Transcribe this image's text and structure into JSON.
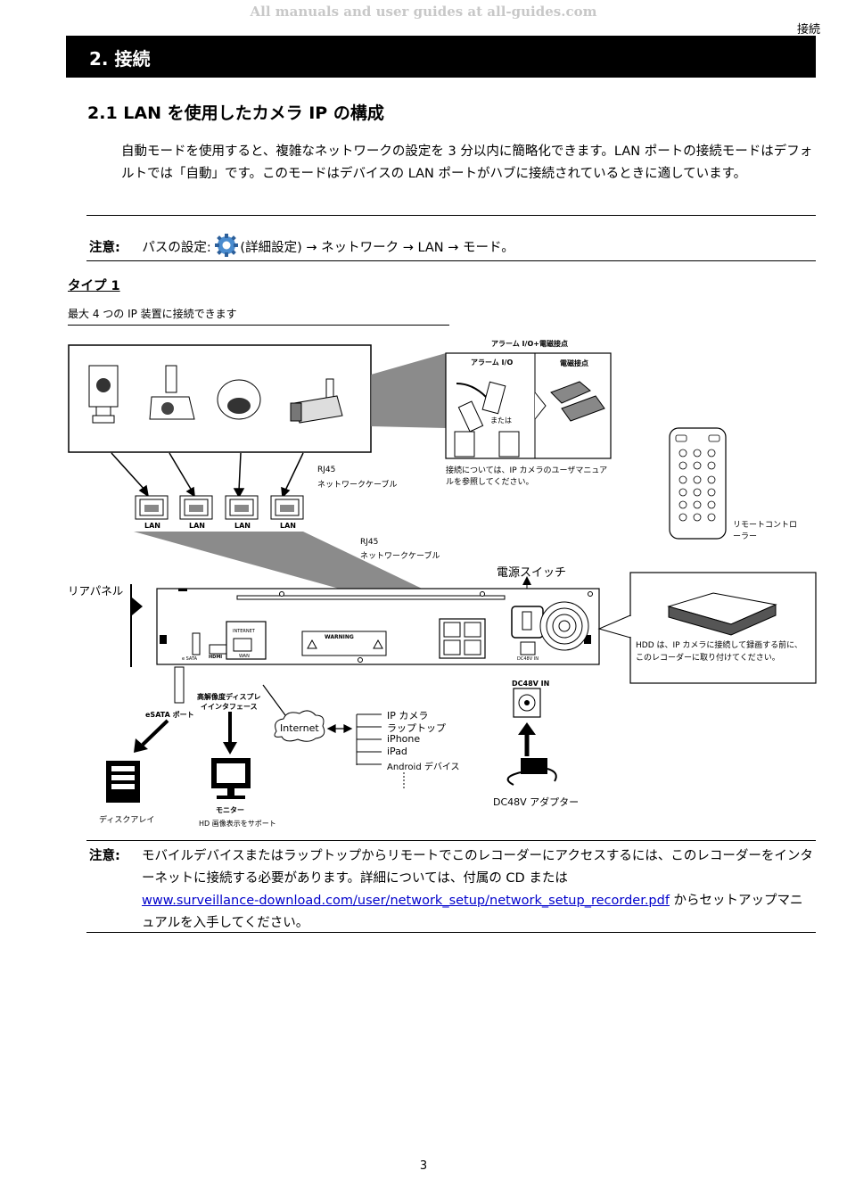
{
  "watermark": "All manuals and user guides at all-guides.com",
  "header_section": "接続",
  "chapter_title": "2.  接続",
  "section_title": "2.1 LAN を使用したカメラ IP の構成",
  "intro_paragraph": "自動モードを使用すると、複雑なネットワークの設定を 3 分以内に簡略化できます。LAN ポートの接続モードはデフォルトでは「自動」です。このモードはデバイスの LAN ポートがハブに接続されているときに適しています。",
  "note1": {
    "label": "注意:",
    "prefix": "パスの設定:",
    "path": "(詳細設定) → ネットワーク → LAN → モード。"
  },
  "type_title": "タイプ 1",
  "type_caption": "最大 4 つの IP 装置に接続できます",
  "diagram": {
    "alarm_box_title": "アラーム I/O+電磁接点",
    "alarm_io": "アラーム I/O",
    "magnetic_contact": "電磁接点",
    "or": "または",
    "alarm_note_1": "接続については、IP カメラのユーザマニュア",
    "alarm_note_2": "ルを参照してください。",
    "rj45_1": "RJ45",
    "network_cable_1": "ネットワークケーブル",
    "rj45_2": "RJ45",
    "network_cable_2": "ネットワークケーブル",
    "lan_labels": [
      "LAN",
      "LAN",
      "LAN",
      "LAN"
    ],
    "remote_1": "リモートコントロ",
    "remote_2": "ーラー",
    "power_switch": "電源スイッチ",
    "rear_panel": "リアパネル",
    "hdd_note_1": "HDD は、IP カメラに接続して録画する前に、",
    "hdd_note_2": "このレコーダーに取り付けてください。",
    "dc48v_in": "DC48V IN",
    "esata_port": "eSATA ポート",
    "hd_display_1": "高解像度ディスプレ",
    "hd_display_2": "イインタフェース",
    "internet": "Internet",
    "devices": [
      "IP カメラ",
      "ラップトップ",
      "iPhone",
      "iPad",
      "Android デバイス"
    ],
    "disk_array": "ディスクアレイ",
    "monitor": "モニター",
    "hd_support": "HD 画像表示をサポート",
    "adapter": "DC48V アダプター",
    "panel_internet": "INTERNET",
    "panel_wan": "WAN",
    "panel_hdmi": "HDMI",
    "panel_esata": "e SATA",
    "panel_warning": "WARNING",
    "panel_dcin": "DC48V IN"
  },
  "note2": {
    "label": "注意:",
    "text1": "モバイルデバイスまたはラップトップからリモートでこのレコーダーにアクセスするには、このレコーダーをインターネットに接続する必要があります。詳細については、付属の CD または",
    "link": "www.surveillance-download.com/user/network_setup/network_setup_recorder.pdf",
    "text2": " からセットアップマニュアルを入手してください。"
  },
  "page_number": "3"
}
